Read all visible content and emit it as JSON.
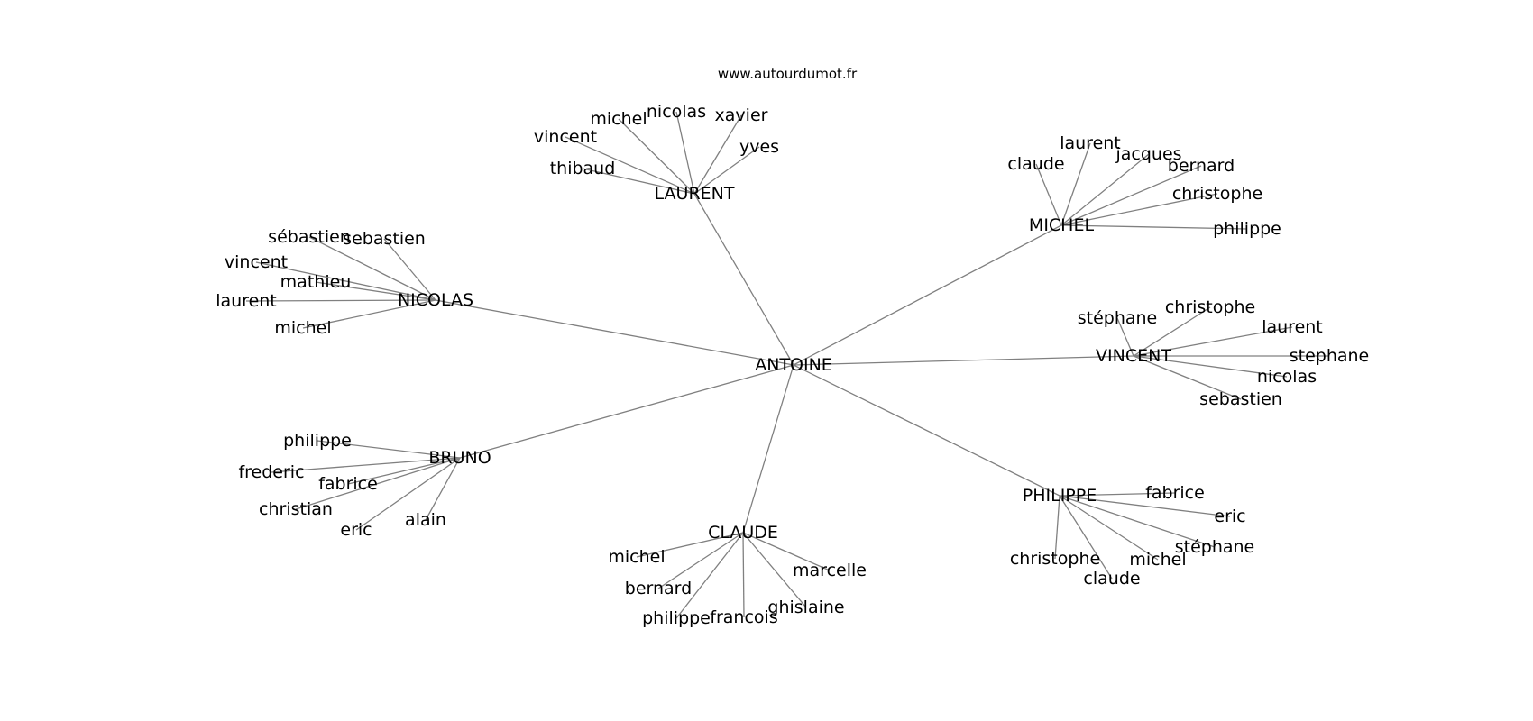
{
  "site": "www.autourdumot.fr",
  "center": "ANTOINE",
  "hubs": [
    {
      "id": "laurent",
      "label": "LAURENT",
      "leaves": [
        "michel",
        "nicolas",
        "xavier",
        "vincent",
        "yves",
        "thibaud"
      ]
    },
    {
      "id": "michel",
      "label": "MICHEL",
      "leaves": [
        "laurent",
        "claude",
        "jacques",
        "bernard",
        "christophe",
        "philippe"
      ]
    },
    {
      "id": "nicolas",
      "label": "NICOLAS",
      "leaves": [
        "sébastien",
        "sebastien",
        "vincent",
        "mathieu",
        "laurent",
        "michel"
      ]
    },
    {
      "id": "vincent",
      "label": "VINCENT",
      "leaves": [
        "stéphane",
        "christophe",
        "laurent",
        "stephane",
        "nicolas",
        "sebastien"
      ]
    },
    {
      "id": "bruno",
      "label": "BRUNO",
      "leaves": [
        "philippe",
        "frederic",
        "fabrice",
        "christian",
        "eric",
        "alain"
      ]
    },
    {
      "id": "claude",
      "label": "CLAUDE",
      "leaves": [
        "michel",
        "marcelle",
        "bernard",
        "ghislaine",
        "philippe",
        "francois"
      ]
    },
    {
      "id": "philippe",
      "label": "PHILIPPE",
      "leaves": [
        "fabrice",
        "eric",
        "stéphane",
        "christophe",
        "michel",
        "claude"
      ]
    }
  ]
}
